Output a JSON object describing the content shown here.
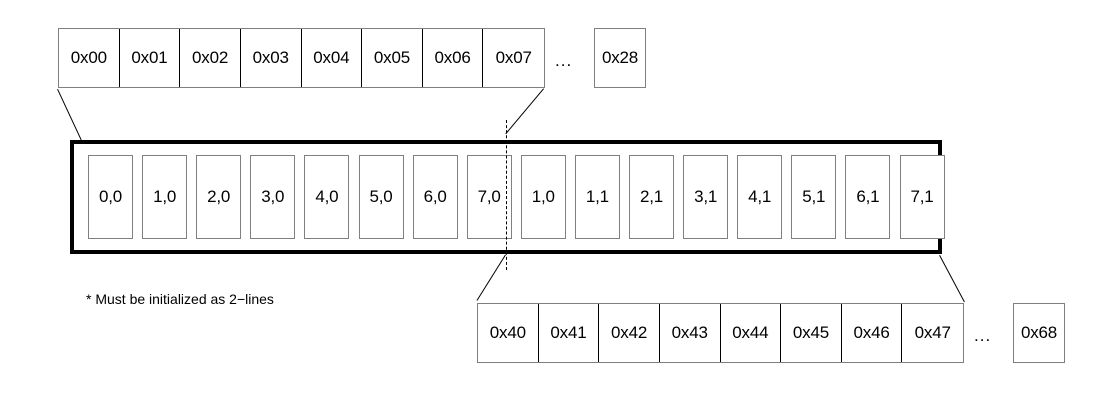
{
  "diagram": {
    "title": "cache line address mapping diagram",
    "note": "* Must be initialized as 2−lines",
    "colors": {
      "background": "#ffffff",
      "stroke": "#000000",
      "cell_border": "#808080",
      "emphasis_border": "#000000"
    },
    "top_strip": {
      "name": "line-0-addresses",
      "cells": [
        "0x00",
        "0x01",
        "0x02",
        "0x03",
        "0x04",
        "0x05",
        "0x06",
        "0x07"
      ],
      "ellipsis": "...",
      "tail_cell": "0x28"
    },
    "bottom_strip": {
      "name": "line-1-addresses",
      "cells": [
        "0x40",
        "0x41",
        "0x42",
        "0x43",
        "0x44",
        "0x45",
        "0x46",
        "0x47"
      ],
      "ellipsis": "...",
      "tail_cell": "0x68"
    },
    "main_box": {
      "name": "cache-line-buffer",
      "slots": [
        "0,0",
        "1,0",
        "2,0",
        "3,0",
        "4,0",
        "5,0",
        "6,0",
        "7,0",
        "1,0",
        "1,1",
        "2,1",
        "3,1",
        "4,1",
        "5,1",
        "6,1",
        "7,1"
      ],
      "divider_after_slot_index": 8
    }
  }
}
